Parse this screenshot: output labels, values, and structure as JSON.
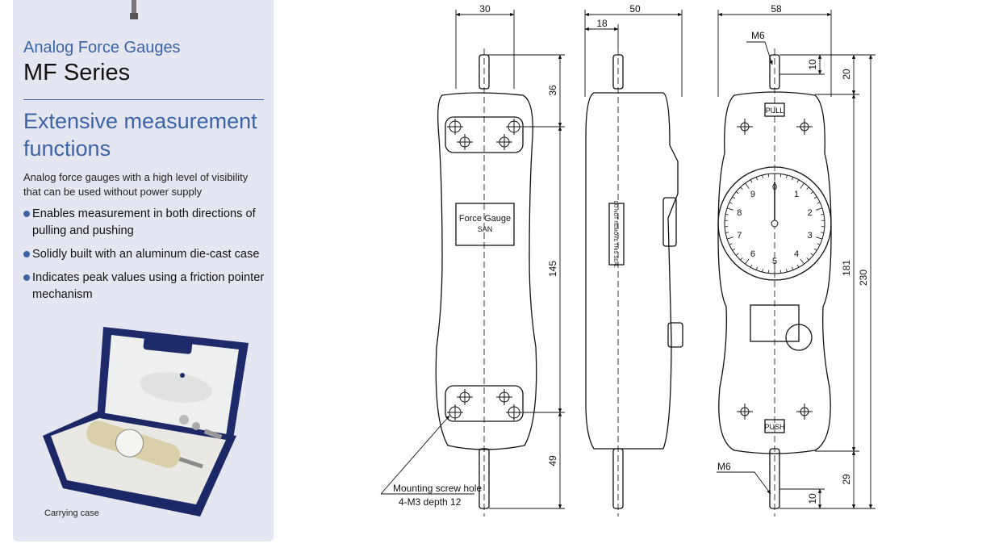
{
  "sidebar": {
    "category": "Analog Force Gauges",
    "series": "MF Series",
    "heading": "Extensive measurement functions",
    "intro": "Analog force gauges with a high level of visibility that can be used without power supply",
    "features": [
      "Enables measurement in both directions of pulling and pushing",
      "Solidly built with an aluminum die-cast case",
      "Indicates peak values using a friction pointer mechanism"
    ],
    "photo_caption": "Carrying case"
  },
  "drawing": {
    "dims": {
      "back_width": "30",
      "side_width": "50",
      "side_offset": "18",
      "front_width": "58",
      "top_shaft": "36",
      "body": "145",
      "bottom_shaft": "49",
      "thread_top": "10",
      "top_to_face": "20",
      "face_height": "181",
      "overall": "230",
      "bottom_to_face": "29",
      "thread_bottom": "10"
    },
    "thread_top_label": "M6",
    "thread_bottom_label": "M6",
    "mounting_label": "Mounting screw hole",
    "mounting_spec": "4-M3 depth 12",
    "back_label_line1": "Force Gauge",
    "back_label_line2": "SAN",
    "pull_label": "PULL",
    "push_label": "PUSH",
    "dial_numbers": [
      "0",
      "1",
      "2",
      "3",
      "4",
      "5",
      "6",
      "7",
      "8",
      "9"
    ],
    "side_label": "DO NOT REMOVE THIS SEAL"
  }
}
